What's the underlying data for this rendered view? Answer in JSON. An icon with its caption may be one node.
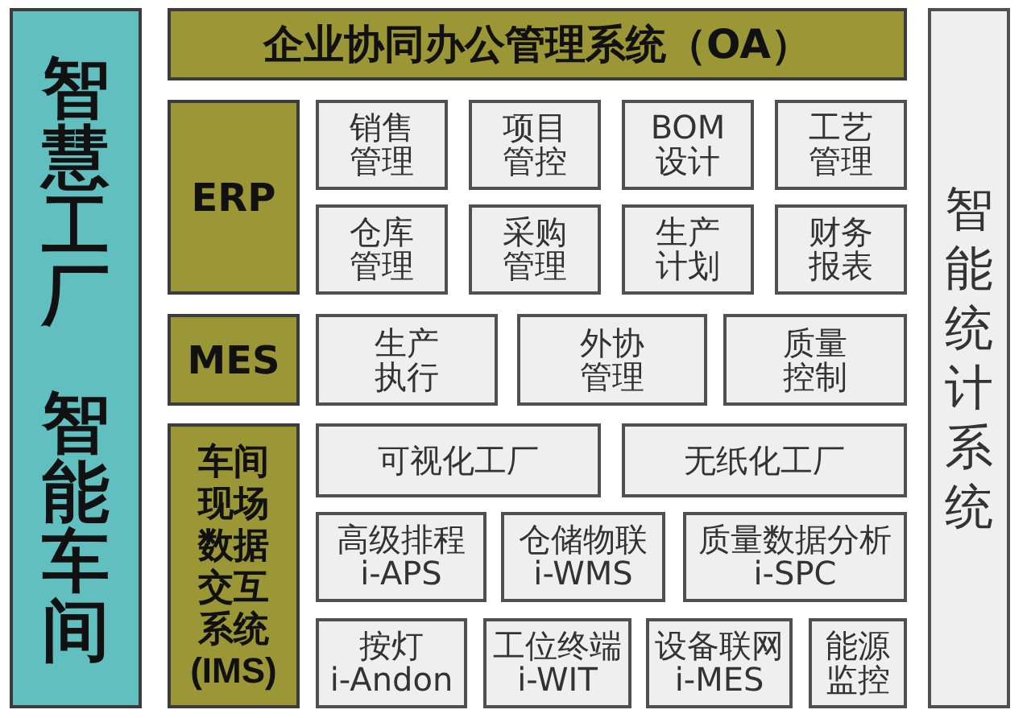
{
  "diagram": {
    "nodes": [
      {
        "text": [
          "智慧工厂",
          "智能车间"
        ]
      },
      {
        "text": [
          "企业协同办公管理系统（OA）"
        ]
      },
      {
        "text": [
          "智能统计系统"
        ]
      },
      {
        "text": [
          "ERP"
        ]
      },
      {
        "text": [
          "销售管理"
        ]
      },
      {
        "text": [
          "项目管控"
        ]
      },
      {
        "text": [
          "BOM设计"
        ]
      },
      {
        "text": [
          "工艺管理"
        ]
      },
      {
        "text": [
          "仓库管理"
        ]
      },
      {
        "text": [
          "采购管理"
        ]
      },
      {
        "text": [
          "生产计划"
        ]
      },
      {
        "text": [
          "财务报表"
        ]
      },
      {
        "text": [
          "MES"
        ]
      },
      {
        "text": [
          "生产执行"
        ]
      },
      {
        "text": [
          "外协管理"
        ]
      },
      {
        "text": [
          "质量控制"
        ]
      },
      {
        "text": [
          "车间现场数据交互系统(IMS)"
        ]
      },
      {
        "text": [
          "可视化工厂"
        ]
      },
      {
        "text": [
          "无纸化工厂"
        ]
      },
      {
        "text": [
          "高级排程i-APS"
        ]
      },
      {
        "text": [
          "仓储物联i-WMS"
        ]
      },
      {
        "text": [
          "质量数据分析i-SPC"
        ]
      },
      {
        "text": [
          "按灯i-Andon"
        ]
      },
      {
        "text": [
          "工位终端i-WIT"
        ]
      },
      {
        "text": [
          "设备联网i-MES"
        ]
      },
      {
        "text": [
          "能源监控"
        ]
      }
    ]
  }
}
